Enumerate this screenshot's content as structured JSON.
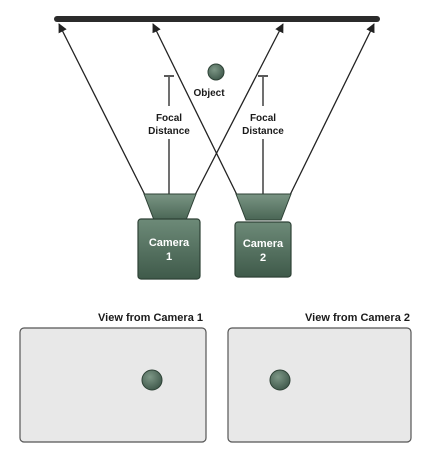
{
  "labels": {
    "object": "Object",
    "focal_line1": "Focal",
    "focal_line2": "Distance",
    "camera1_line1": "Camera",
    "camera1_line2": "1",
    "camera2_line1": "Camera",
    "camera2_line2": "2",
    "view1_title": "View from Camera 1",
    "view2_title": "View from Camera 2"
  },
  "colors": {
    "camera_fill": "#4d6b5a",
    "camera_stroke": "#2e4236",
    "object_fill": "#56705f",
    "screen_bar": "#2b2b2b",
    "view_fill": "#e8e8e8",
    "view_stroke": "#555555",
    "arrow": "#222222"
  }
}
